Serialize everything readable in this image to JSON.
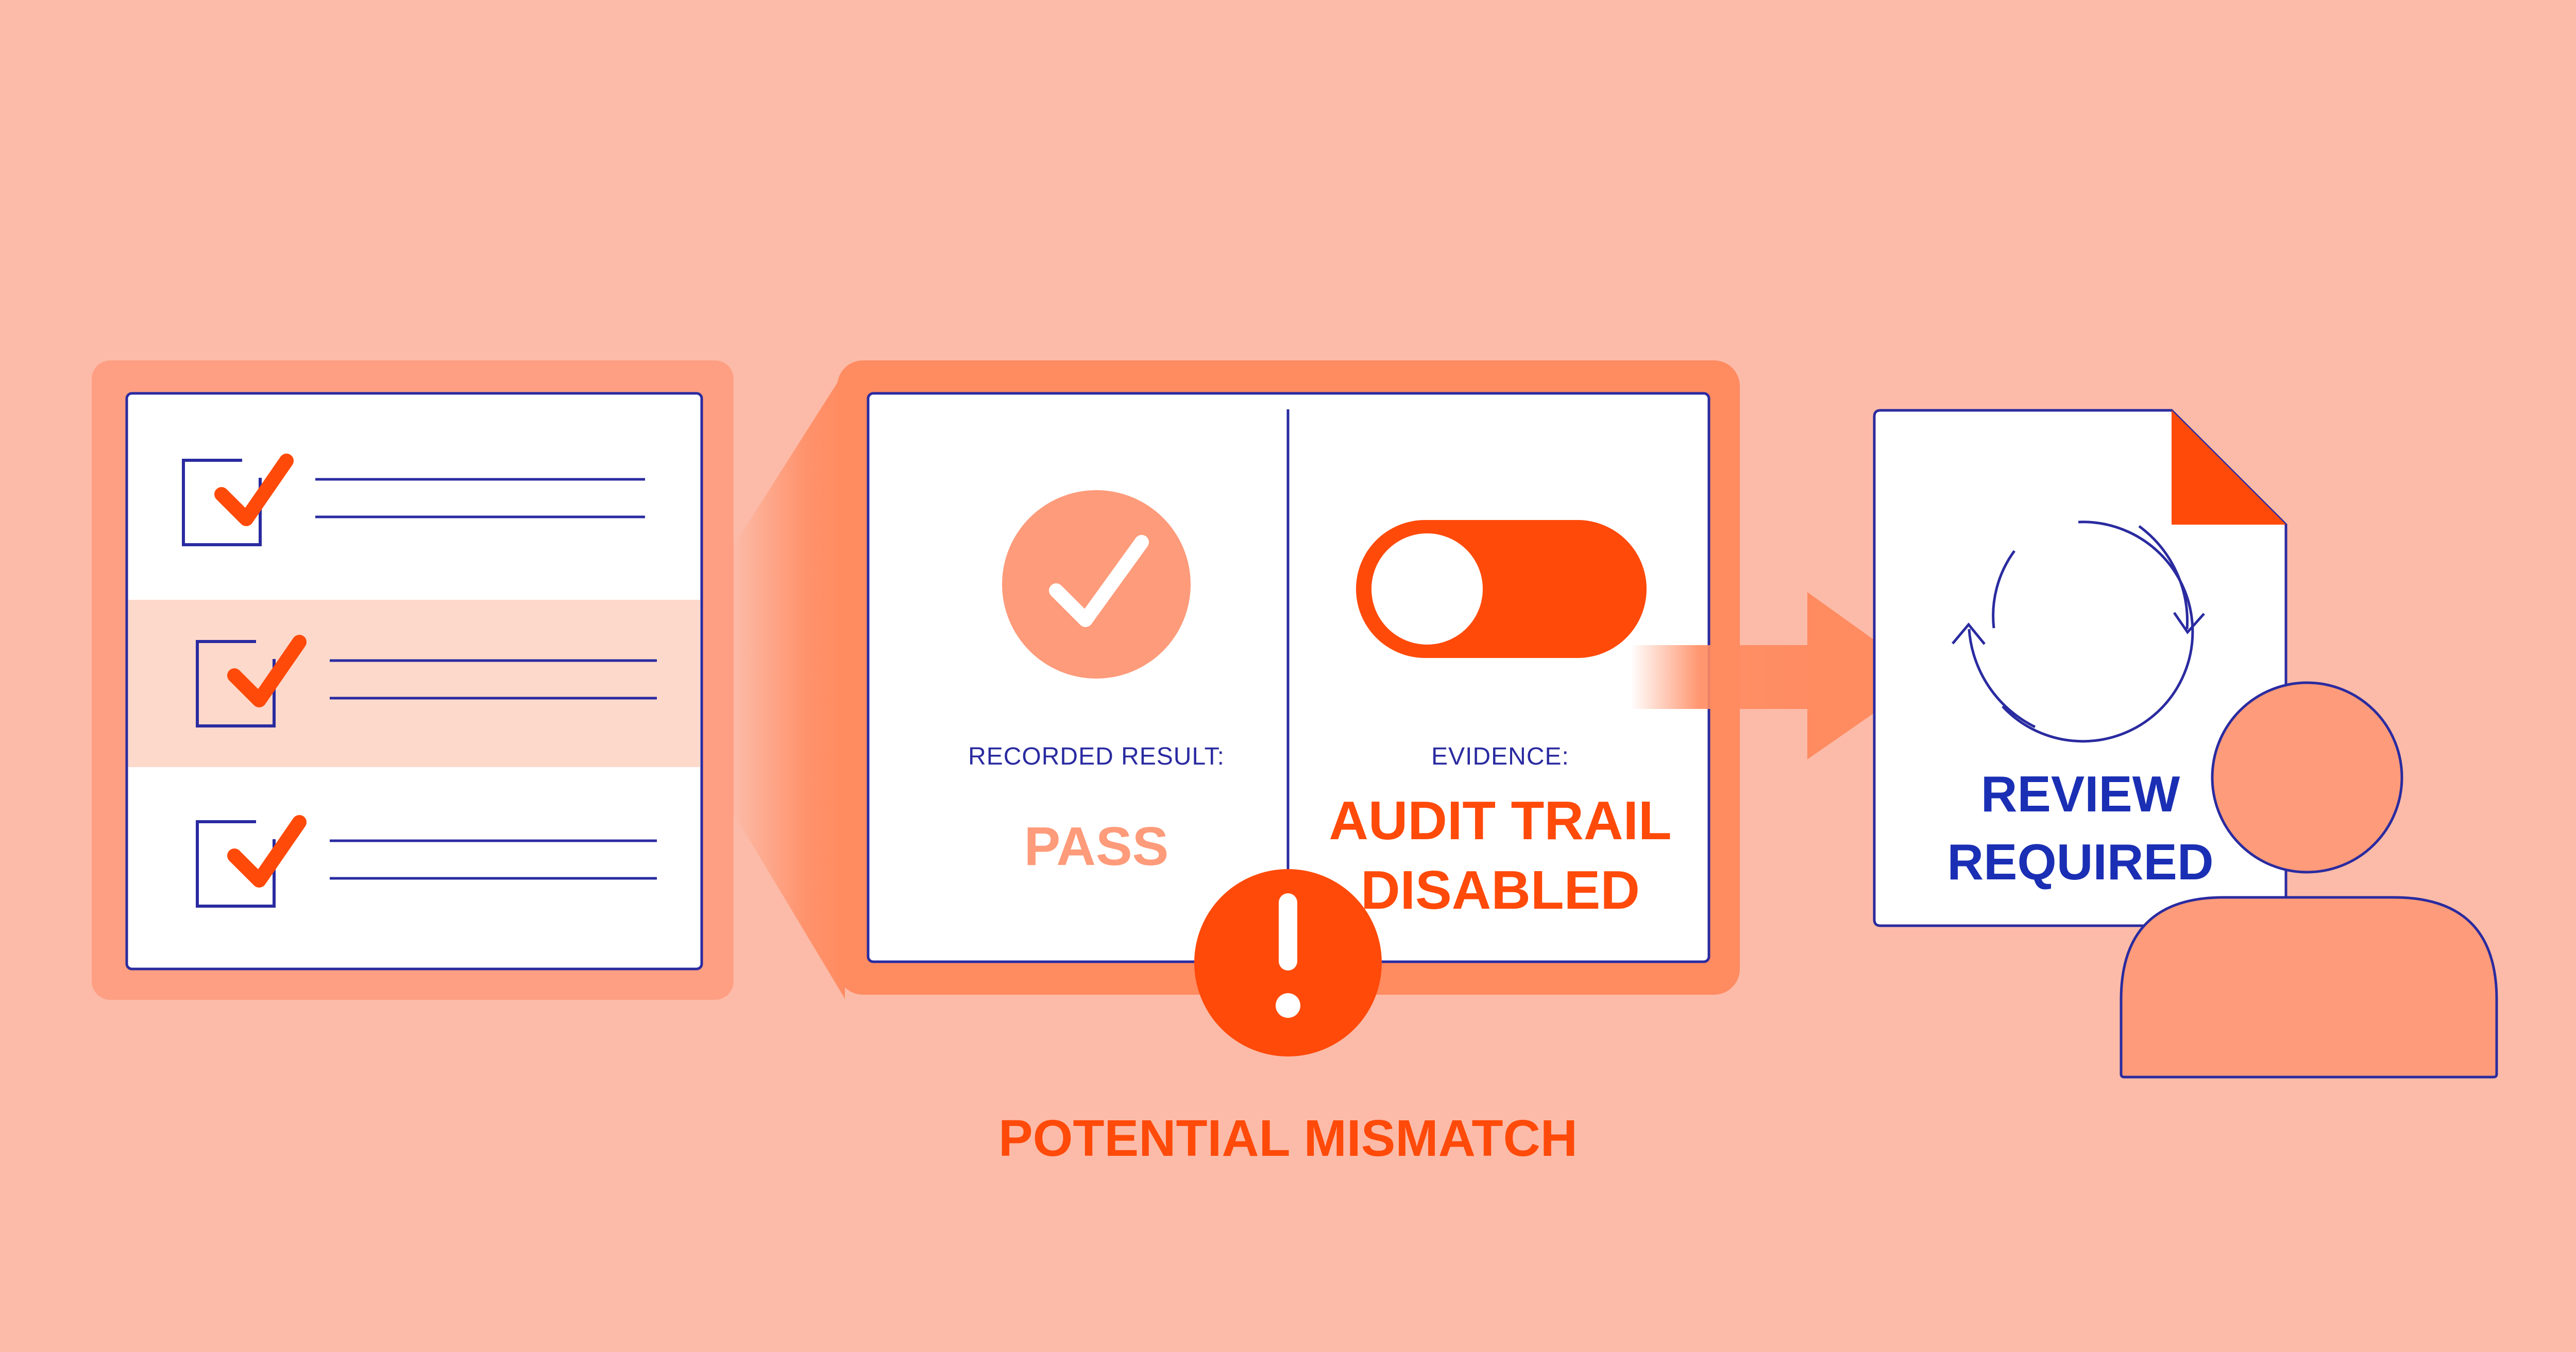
{
  "colors": {
    "background": "#fcbba8",
    "frame": "#ff8b61",
    "frame_light": "#fe9f83",
    "highlight_row": "#fdd9cb",
    "accent": "#ff4a0a",
    "salmon": "#fe9b7a",
    "navy": "#2a2ba0",
    "blue_text": "#1a2fb4",
    "white": "#ffffff"
  },
  "checklist": {
    "items": [
      {
        "checked": true,
        "highlighted": false
      },
      {
        "checked": true,
        "highlighted": true
      },
      {
        "checked": true,
        "highlighted": false
      }
    ]
  },
  "comparison": {
    "recorded_label": "RECORDED RESULT:",
    "recorded_value": "PASS",
    "evidence_label": "EVIDENCE:",
    "evidence_value_line1": "AUDIT TRAIL",
    "evidence_value_line2": "DISABLED",
    "toggle_state": "off"
  },
  "warning": {
    "icon": "exclamation-icon",
    "label": "POTENTIAL MISMATCH"
  },
  "review_document": {
    "icon": "refresh-cycle-icon",
    "title_line1": "REVIEW",
    "title_line2": "REQUIRED"
  },
  "reviewer": {
    "icon": "person-icon"
  }
}
